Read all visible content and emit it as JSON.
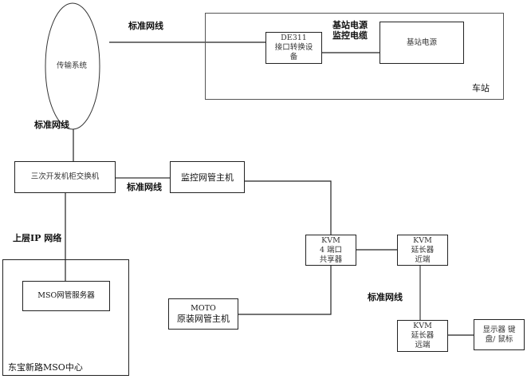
{
  "diagram": {
    "nodes": {
      "transmission": "传输系统",
      "de311_line1": "DE311",
      "de311_line2": "接口转换设",
      "de311_line3": "备",
      "base_power": "基站电源",
      "station_label": "车站",
      "switch": "三次开发机柜交换机",
      "monitor_host": "监控网管主机",
      "kvm_share_line1": "KVM",
      "kvm_share_line2": "4 端口",
      "kvm_share_line3": "共享器",
      "kvm_near_line1": "KVM",
      "kvm_near_line2": "延长器",
      "kvm_near_line3": "近端",
      "kvm_far_line1": "KVM",
      "kvm_far_line2": "延长器",
      "kvm_far_line3": "远端",
      "display_line1": "显示器 键",
      "display_line2": "盘/ 鼠标",
      "moto_line1": "MOTO",
      "moto_line2": "原装网管主机",
      "mso_server": "MSO网管服务器",
      "mso_center_label": "东宝新路MSO中心"
    },
    "edge_labels": {
      "trans_to_de311": "标准网线",
      "power_cable_line1": "基站电源",
      "power_cable_line2": "监控电缆",
      "trans_to_switch": "标准网线",
      "switch_to_monitor": "标准网线",
      "switch_to_mso": "上层IP 网络",
      "kvm_near_to_far": "标准网线"
    }
  }
}
